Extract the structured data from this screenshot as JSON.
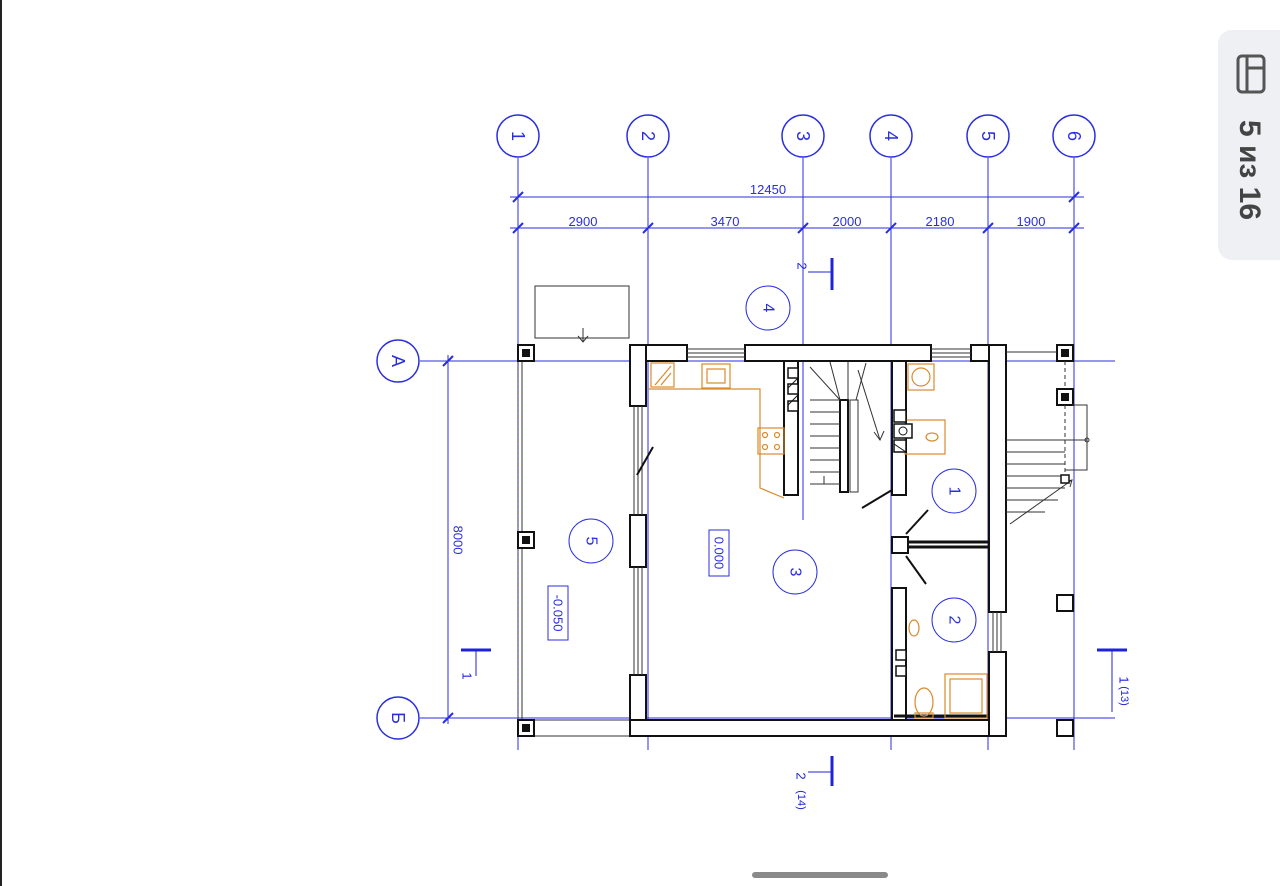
{
  "page_indicator": "5 из 16",
  "icons": {
    "page_indicator_icon": "page-list-icon",
    "home_indicator": "home-bar"
  },
  "colors": {
    "line": "#1f23d6",
    "wall": "#111111",
    "furniture": "#d98a2b",
    "background": "#ffffff"
  },
  "plan": {
    "axes_numbers": [
      "1",
      "2",
      "3",
      "4",
      "5",
      "6"
    ],
    "axes_letters": [
      "А",
      "Б"
    ],
    "overall_dimension": "12450",
    "bay_dimensions": [
      "2900",
      "3470",
      "2000",
      "2180",
      "1900"
    ],
    "side_dimension": "8000",
    "room_numbers": [
      "1",
      "2",
      "3",
      "4",
      "5"
    ],
    "levels": {
      "interior": "0.000",
      "terrace": "-0.050"
    },
    "section_marks": {
      "s2_top": "2",
      "s2_bottom": "2",
      "s2_bottom_ref": "(14)",
      "s1_left": "1",
      "s1_right": "1",
      "s1_right_ref": "(13)"
    }
  }
}
